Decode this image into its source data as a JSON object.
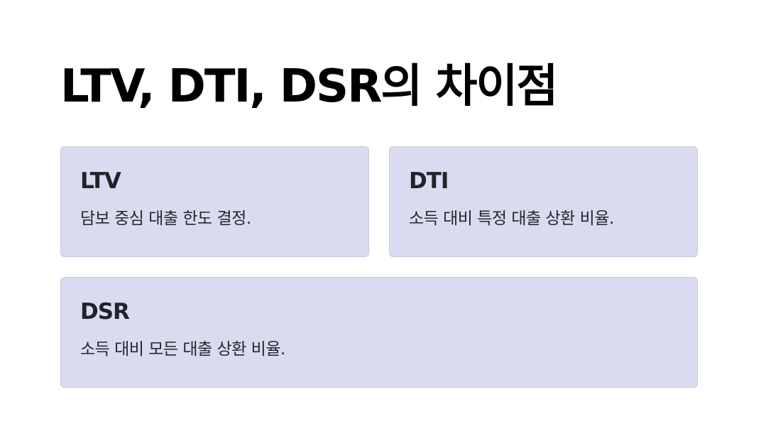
{
  "page": {
    "title": "LTV, DTI, DSR의 차이점"
  },
  "cards": [
    {
      "title": "LTV",
      "description": "담보 중심 대출 한도 결정."
    },
    {
      "title": "DTI",
      "description": "소득 대비 특정 대출 상환 비율."
    },
    {
      "title": "DSR",
      "description": "소득 대비 모든 대출 상환 비율."
    }
  ],
  "colors": {
    "card_background": "#dadbee",
    "card_border": "#c7c8dc",
    "text": "#000000"
  }
}
